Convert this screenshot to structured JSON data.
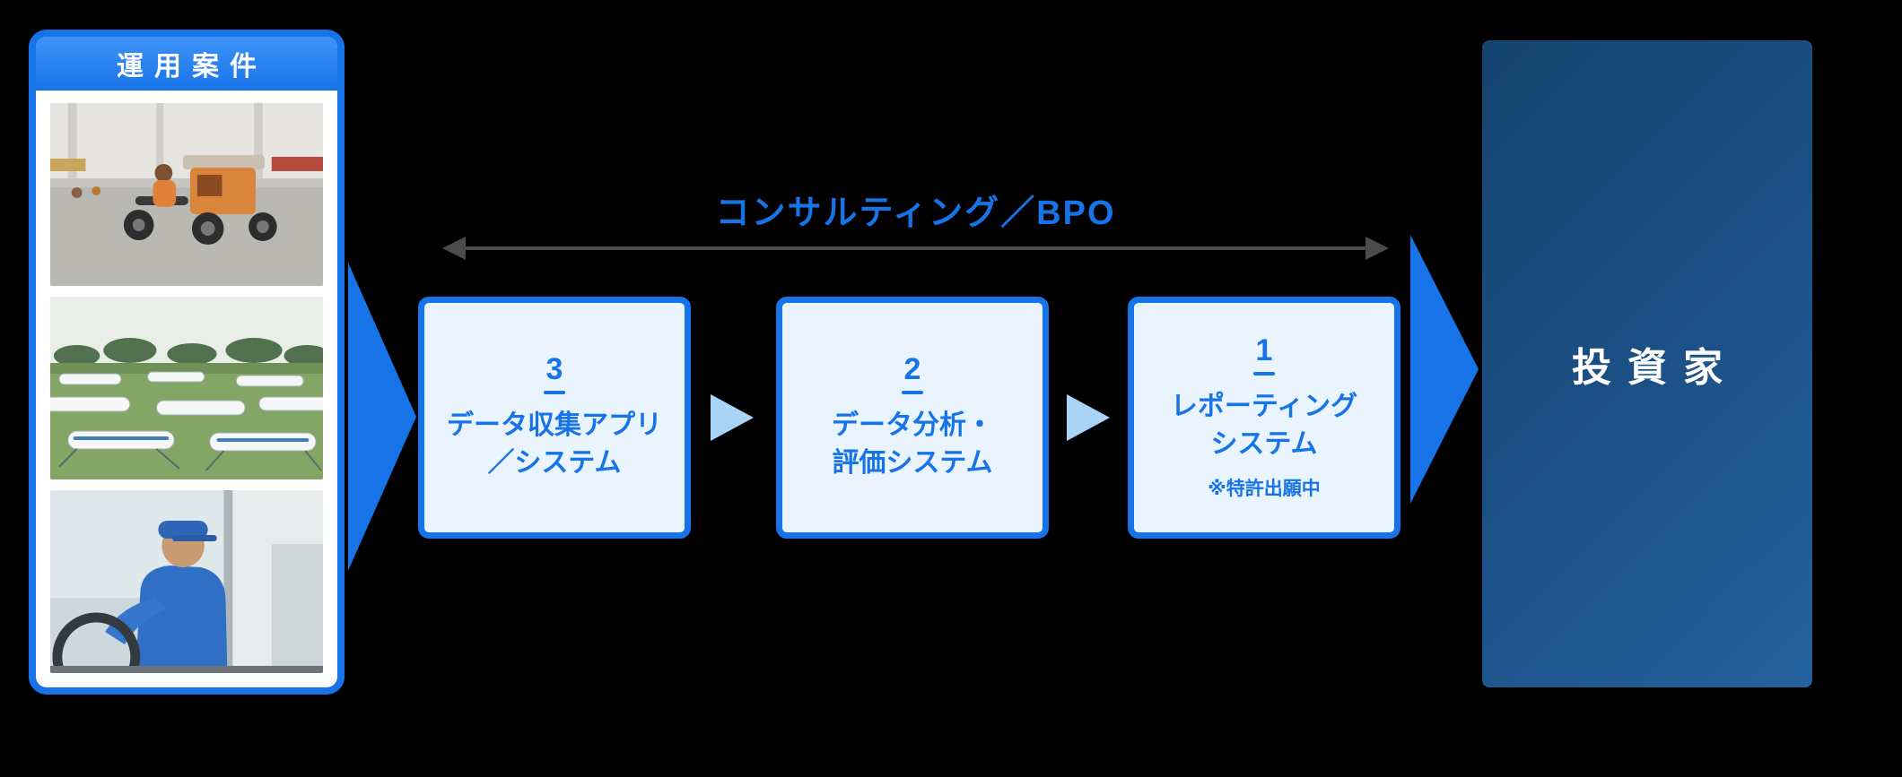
{
  "palette": {
    "accent_blue": "#1774E8",
    "accent_blue_light": "#3E93F7",
    "box_bg": "#E9F4FE",
    "navy_dark": "#16436F",
    "navy_light": "#25619F",
    "arrow_gray": "#4B4B4B",
    "pale_blue": "#A9D4F5",
    "page_bg": "#000000"
  },
  "left_panel": {
    "title": "運用案件",
    "photos": [
      {
        "name": "tricycle-street-photo"
      },
      {
        "name": "outrigger-boats-photo"
      },
      {
        "name": "delivery-driver-photo"
      }
    ]
  },
  "consulting": {
    "label": "コンサルティング／BPO"
  },
  "steps": [
    {
      "number": "3",
      "line1": "データ収集アプリ",
      "line2": "／システム"
    },
    {
      "number": "2",
      "line1": "データ分析・",
      "line2": "評価システム"
    },
    {
      "number": "1",
      "line1": "レポーティング",
      "line2": "システム",
      "note": "※特許出願中"
    }
  ],
  "investor": {
    "label": "投資家"
  }
}
